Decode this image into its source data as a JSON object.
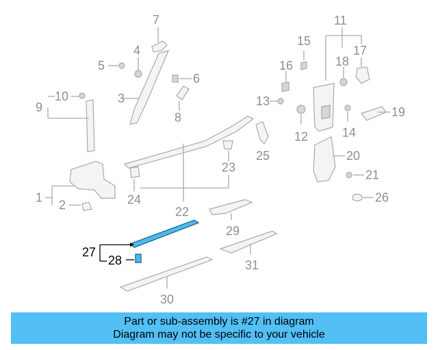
{
  "callouts": {
    "n1": "1",
    "n2": "2",
    "n3": "3",
    "n4": "4",
    "n5": "5",
    "n6": "6",
    "n7": "7",
    "n8": "8",
    "n9": "9",
    "n10": "10",
    "n11": "11",
    "n12": "12",
    "n13": "13",
    "n14": "14",
    "n15": "15",
    "n16": "16",
    "n17": "17",
    "n18": "18",
    "n19": "19",
    "n20": "20",
    "n21": "21",
    "n22": "22",
    "n23": "23",
    "n24": "24",
    "n25": "25",
    "n26": "26",
    "n27": "27",
    "n28": "28",
    "n29": "29",
    "n30": "30",
    "n31": "31"
  },
  "banner": {
    "line1": "Part or sub-assembly is #27 in diagram",
    "line2": "Diagram may not be specific to your vehicle"
  },
  "colors": {
    "highlight": "#4fb9ea",
    "banner": "#52bff5",
    "part_outline": "#a9a9a9"
  }
}
